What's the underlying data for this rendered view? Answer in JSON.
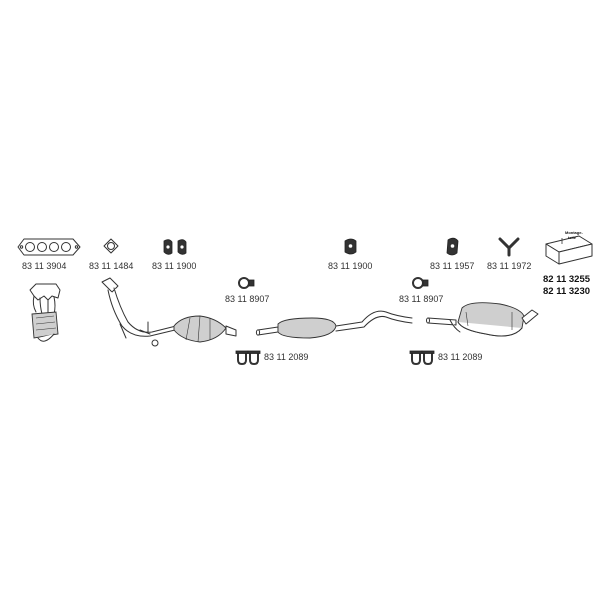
{
  "parts": {
    "gasket_set": {
      "number": "83 11 3904",
      "icon": "exhaust-manifold-gasket-set"
    },
    "flange_gasket": {
      "number": "83 11 1484",
      "icon": "flange-gasket"
    },
    "rubber_mount_front": {
      "number": "83 11 1900",
      "icon": "rubber-hanger"
    },
    "clamp_front": {
      "number": "83 11 8907",
      "icon": "pipe-clamp"
    },
    "u_bolt_front": {
      "number": "83 11 2089",
      "icon": "u-bolt-clamp"
    },
    "rubber_mount_middle": {
      "number": "83 11 1900",
      "icon": "rubber-hanger"
    },
    "rubber_mount_rear": {
      "number": "83 11 1957",
      "icon": "rubber-hanger"
    },
    "bracket_rear": {
      "number": "83 11 1972",
      "icon": "y-bracket"
    },
    "clamp_rear": {
      "number": "83 11 8907",
      "icon": "pipe-clamp"
    },
    "u_bolt_rear": {
      "number": "83 11 2089",
      "icon": "u-bolt-clamp"
    },
    "mounting_kit": {
      "numbers": [
        "82 11 3255",
        "82 11 3230"
      ],
      "box_label_line1": "Montage-",
      "box_label_line2": "teile",
      "icon": "mounting-parts-box"
    }
  },
  "assemblies": [
    {
      "name": "exhaust-manifold-catalyst",
      "icon": "manifold-catalyst"
    },
    {
      "name": "front-pipe-catalytic-converter",
      "icon": "front-pipe-catalyst"
    },
    {
      "name": "middle-silencer",
      "icon": "middle-silencer"
    },
    {
      "name": "rear-silencer",
      "icon": "rear-silencer"
    }
  ]
}
